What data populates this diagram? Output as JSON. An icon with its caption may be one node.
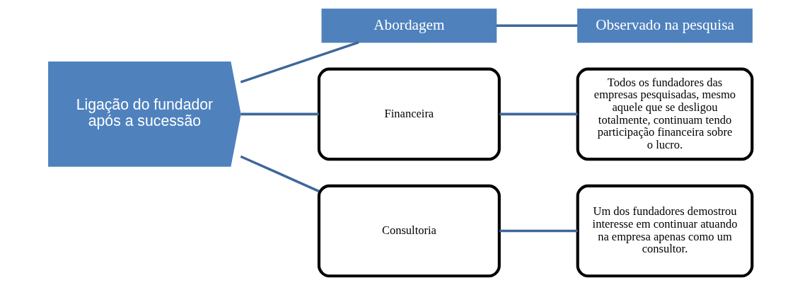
{
  "diagram": {
    "nodes": [
      {
        "text": [
          "Ligação do fundador após a sucessão"
        ]
      },
      {
        "text": [
          "Abordagem"
        ]
      },
      {
        "text": [
          "Observado na pesquisa"
        ]
      },
      {
        "text": [
          "Financeira"
        ]
      },
      {
        "text": [
          "Todos os fundadores das empresas pesquisadas, mesmo aquele que se desligou totalmente, continuam tendo participação financeira sobre o lucro."
        ]
      },
      {
        "text": [
          "Consultoria"
        ]
      },
      {
        "text": [
          "Um dos fundadores demostrou interesse em continuar atuando na empresa apenas como um consultor."
        ]
      }
    ],
    "edges": [
      {
        "from": 0,
        "to": 1,
        "arrow": "none"
      },
      {
        "from": 0,
        "to": 3,
        "arrow": "none"
      },
      {
        "from": 0,
        "to": 5,
        "arrow": "none"
      },
      {
        "from": 1,
        "to": 2,
        "arrow": "none"
      },
      {
        "from": 3,
        "to": 4,
        "arrow": "none"
      },
      {
        "from": 5,
        "to": 6,
        "arrow": "none"
      }
    ]
  }
}
